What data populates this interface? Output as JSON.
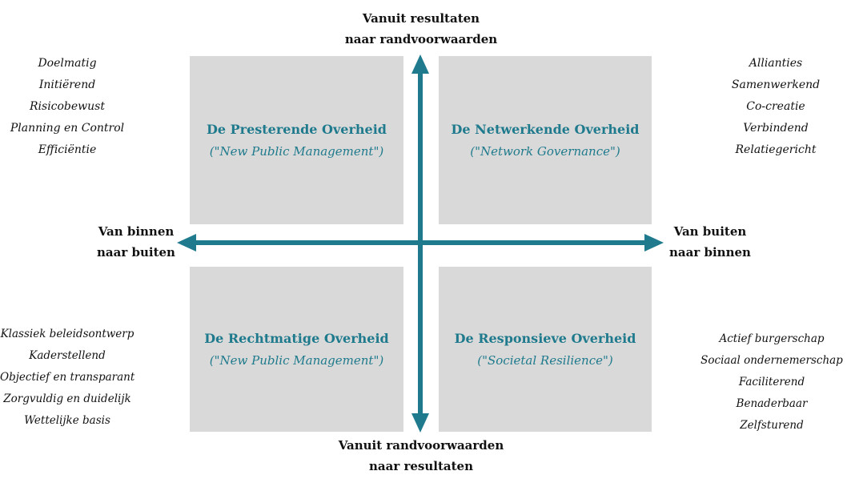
{
  "axes": {
    "top": [
      "Vanuit resultaten",
      "naar randvoorwaarden"
    ],
    "bottom": [
      "Vanuit randvoorwaarden",
      "naar resultaten"
    ],
    "left": [
      "Van binnen",
      "naar buiten"
    ],
    "right": [
      "Van buiten",
      "naar binnen"
    ]
  },
  "quadrants": {
    "top_left": {
      "title": "De Presterende Overheid",
      "subtitle": "(\"New Public Management\")"
    },
    "top_right": {
      "title": "De Netwerkende Overheid",
      "subtitle": "(\"Network Governance\")"
    },
    "bottom_left": {
      "title": "De Rechtmatige Overheid",
      "subtitle": "(\"New Public Management\")"
    },
    "bottom_right": {
      "title": "De Responsieve Overheid",
      "subtitle": "(\"Societal Resilience\")"
    }
  },
  "lists": {
    "top_left": [
      "Doelmatig",
      "Initiërend",
      "Risicobewust",
      "Planning en Control",
      "Efficiëntie"
    ],
    "top_right": [
      "Allianties",
      "Samenwerkend",
      "Co-creatie",
      "Verbindend",
      "Relatiegericht"
    ],
    "bottom_left": [
      "Klassiek beleidsontwerp",
      "Kaderstellend",
      "Objectief en transparant",
      "Zorgvuldig en duidelijk",
      "Wettelijke basis"
    ],
    "bottom_right": [
      "Actief burgerschap",
      "Sociaal ondernemerschap",
      "Faciliterend",
      "Benaderbaar",
      "Zelfsturend"
    ]
  },
  "colors": {
    "accent": "#1e7a8c",
    "box": "#d9d9d9"
  }
}
